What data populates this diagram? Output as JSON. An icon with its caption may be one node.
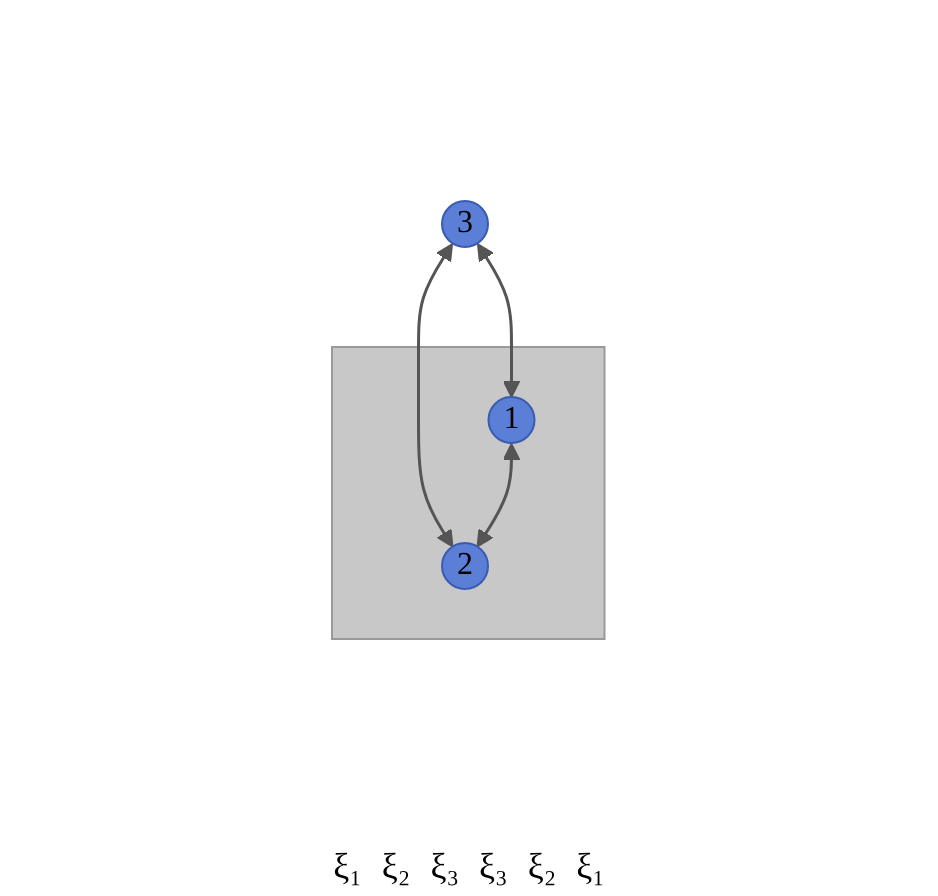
{
  "diagram": {
    "nodes": [
      {
        "text": [],
        "shape": "triangle"
      },
      {
        "text": [
          "3"
        ]
      },
      {
        "text": [
          "1"
        ],
        "in": 0
      },
      {
        "text": [
          "2"
        ],
        "in": 0
      }
    ],
    "edges": [
      {
        "from": 1,
        "to": 2,
        "arrow": "both"
      },
      {
        "from": 1,
        "to": 3,
        "arrow": "both"
      },
      {
        "from": 2,
        "to": 3,
        "arrow": "both"
      }
    ],
    "labels": [
      "ξ₁",
      "ξ₂",
      "ξ₃",
      "ξ₃",
      "ξ₂",
      "ξ₁"
    ]
  }
}
